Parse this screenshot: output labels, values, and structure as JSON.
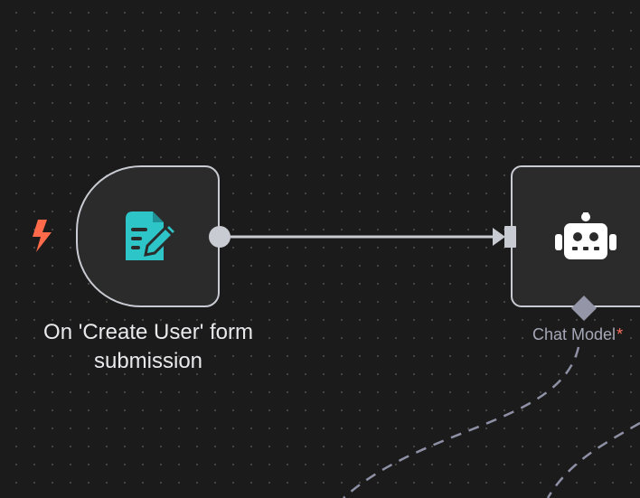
{
  "canvas": {
    "background": "#1b1b1b",
    "connection_color": "#c9cbd2",
    "dashed_connection_color": "#8e90a6"
  },
  "nodes": {
    "trigger": {
      "label_line1": "On 'Create User' form",
      "label_line2": "submission",
      "icon": "form-edit-icon",
      "icon_color": "#2ec5c9",
      "badge_icon": "lightning-bolt-icon",
      "badge_color": "#ff6b4a"
    },
    "agent": {
      "icon": "robot-icon",
      "icon_color": "#ffffff",
      "subnode_label": "Chat Model",
      "subnode_required": "*"
    }
  }
}
